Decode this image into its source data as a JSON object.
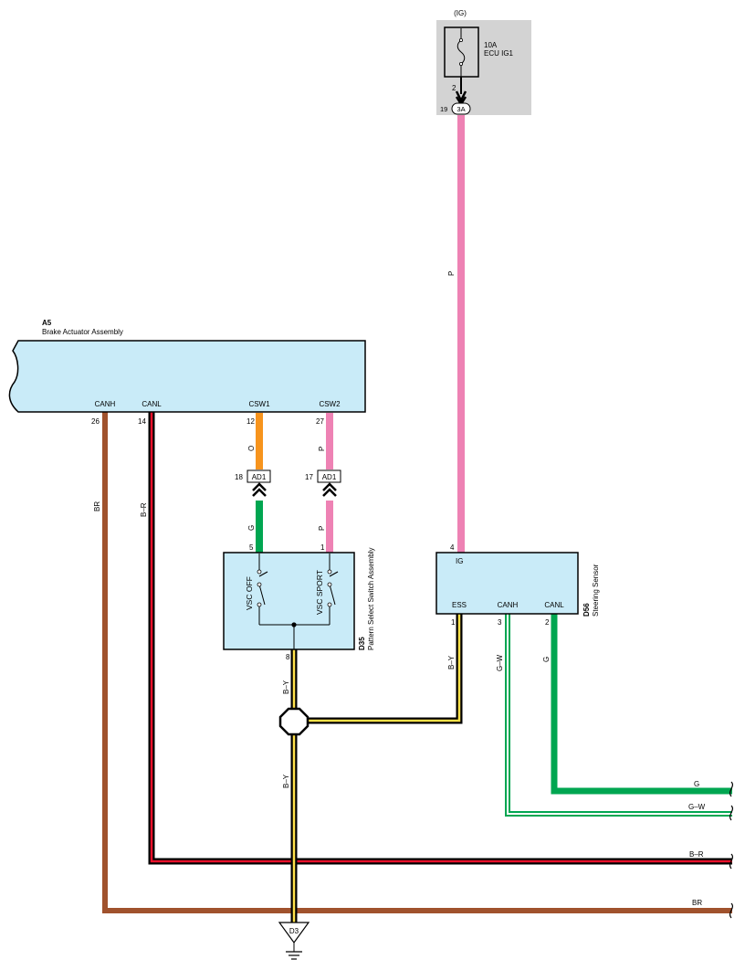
{
  "fuse": {
    "power_label": "(IG)",
    "rating": "10A",
    "name": "ECU IG1",
    "pin": "2",
    "connector_pin": "19",
    "connector_id": "3A"
  },
  "brake_actuator": {
    "id": "A5",
    "name": "Brake Actuator Assembly",
    "terminals": [
      {
        "name": "CANH",
        "pin": "26"
      },
      {
        "name": "CANL",
        "pin": "14"
      },
      {
        "name": "CSW1",
        "pin": "12"
      },
      {
        "name": "CSW2",
        "pin": "27"
      }
    ]
  },
  "junction_connectors": [
    {
      "pin": "18",
      "id": "AD1"
    },
    {
      "pin": "17",
      "id": "AD1"
    }
  ],
  "pattern_switch": {
    "id": "D35",
    "name": "Pattern Select Switch Assembly",
    "switches": [
      "VSC OFF",
      "VSC SPORT"
    ],
    "pins": {
      "left": "5",
      "right": "1",
      "ground": "8"
    }
  },
  "steering_sensor": {
    "id": "D56",
    "name": "Steering Sensor",
    "terminals": [
      {
        "name": "IG",
        "pin": "4"
      },
      {
        "name": "ESS",
        "pin": "1"
      },
      {
        "name": "CANH",
        "pin": "3"
      },
      {
        "name": "CANL",
        "pin": "2"
      }
    ]
  },
  "junction": {
    "id": "D3"
  },
  "wire_labels": {
    "pink_main": "P",
    "csw1_upper": "O",
    "csw1_lower": "G",
    "csw2_upper": "P",
    "csw2_lower": "P",
    "canh_actuator": "BR",
    "canl_actuator": "B–R",
    "switch_ground": "B–Y",
    "ground_lower": "B–Y",
    "ess": "B–Y",
    "sensor_canh": "G–W",
    "sensor_canl": "G"
  },
  "offpage_wires": [
    "G",
    "G–W",
    "B–R",
    "BR"
  ],
  "colors": {
    "pink": "#ee82b4",
    "orange": "#f7941d",
    "green": "#00a651",
    "brown": "#a0522d",
    "red": "#e8102a",
    "yellow": "#ffe14a",
    "box_fill": "#c9ebf8",
    "fuse_panel": "#d3d3d3"
  }
}
